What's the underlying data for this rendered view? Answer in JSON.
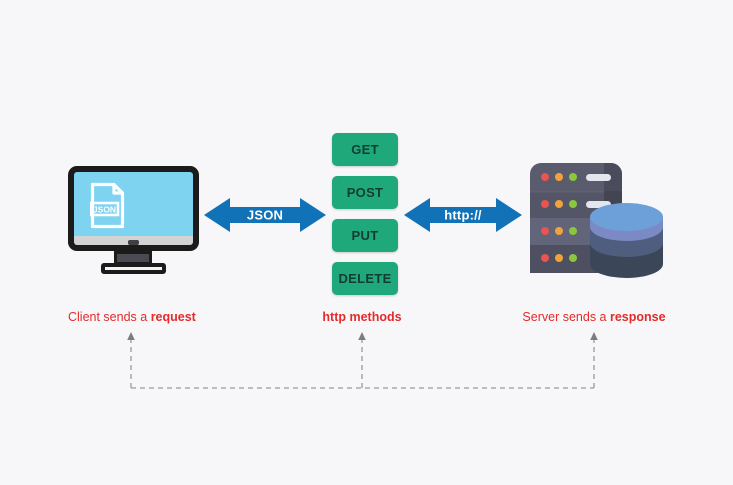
{
  "page": {
    "background": "#f7f7f9",
    "title": "REST API request response flow diagram"
  },
  "client": {
    "name": "client-monitor",
    "screen_color": "#7dd3f0",
    "file_icon_label": "JSON",
    "caption_prefix": "Client sends a ",
    "caption_emphasis": "request"
  },
  "arrows": [
    {
      "name": "json-arrow",
      "label": "JSON",
      "color": "#1272b8",
      "direction": "bidirectional"
    },
    {
      "name": "http-arrow",
      "label": "http://",
      "color": "#1272b8",
      "direction": "bidirectional"
    }
  ],
  "methods": {
    "caption": "http methods",
    "accent_color": "#1fa97a",
    "text_color": "#113d33",
    "items": [
      {
        "label": "GET"
      },
      {
        "label": "POST"
      },
      {
        "label": "PUT"
      },
      {
        "label": "DELETE"
      }
    ]
  },
  "server": {
    "name": "server-rack",
    "rack_color": "#5a5c6e",
    "led_colors": [
      "#e8544f",
      "#f0a33c",
      "#8cc63f"
    ],
    "database_top_color": "#6d9fd8",
    "caption_prefix": "Server sends a ",
    "caption_emphasis": "response"
  },
  "connector": {
    "name": "flow-connector",
    "color": "#9a9a9a",
    "style": "dashed",
    "branches": 3
  }
}
